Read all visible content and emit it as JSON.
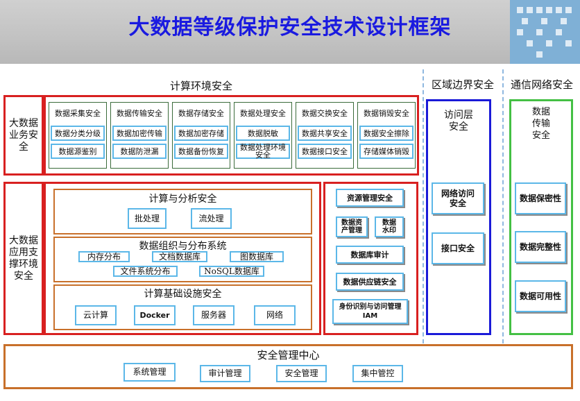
{
  "title": "大数据等级保护安全技术设计框架",
  "sections": {
    "compute_env": "计算环境安全",
    "region_boundary": "区域边界安全",
    "comm_network": "通信网络安全",
    "mgmt_center": "安全管理中心"
  },
  "business": {
    "label": "大数据\n业务安\n全",
    "columns": [
      {
        "title": "数据采集安全",
        "items": [
          "数据分类分级",
          "数据源鉴别"
        ]
      },
      {
        "title": "数据传输安全",
        "items": [
          "数据加密传输",
          "数据防泄漏"
        ]
      },
      {
        "title": "数据存储安全",
        "items": [
          "数据加密存储",
          "数据备份恢复"
        ]
      },
      {
        "title": "数据处理安全",
        "items": [
          "数据脱敏",
          "数据处理环境安全"
        ]
      },
      {
        "title": "数据交换安全",
        "items": [
          "数据共享安全",
          "数据接口安全"
        ]
      },
      {
        "title": "数据销毁安全",
        "items": [
          "数据安全擦除",
          "存储媒体销毁"
        ]
      }
    ]
  },
  "app_env": {
    "label": "大数据\n应用支\n撑环境\n安全",
    "compute_analysis": {
      "title": "计算与分析安全",
      "items": [
        "批处理",
        "流处理"
      ]
    },
    "data_org": {
      "title": "数据组织与分布系统",
      "row1": [
        "内存分布",
        "文档数据库",
        "图数据库"
      ],
      "row2": [
        "文件系统分布",
        "NoSQL数据库"
      ]
    },
    "infra": {
      "title": "计算基础设施安全",
      "items": [
        "云计算",
        "Docker",
        "服务器",
        "网络"
      ]
    }
  },
  "resource": {
    "top": "资源管理安全",
    "asset": "数据资\n产管理",
    "watermark": "数据\n水印",
    "audit": "数据库审计",
    "supply": "数据供应链安全",
    "iam": "身份识别与访问管理\nIAM"
  },
  "boundary": {
    "title": "访问层\n安全",
    "items": [
      "网络访问\n安全",
      "接口安全"
    ]
  },
  "network": {
    "title": "数据\n传输\n安全",
    "items": [
      "数据保密性",
      "数据完整性",
      "数据可用性"
    ]
  },
  "mgmt": {
    "items": [
      "系统管理",
      "审计管理",
      "安全管理",
      "集中管控"
    ]
  },
  "colors": {
    "title_blue": "#1a1ae0",
    "red": "#d82020",
    "blue": "#1a1ad8",
    "green": "#44c044",
    "orange": "#c8702a",
    "light_blue": "#5bb7e8"
  }
}
